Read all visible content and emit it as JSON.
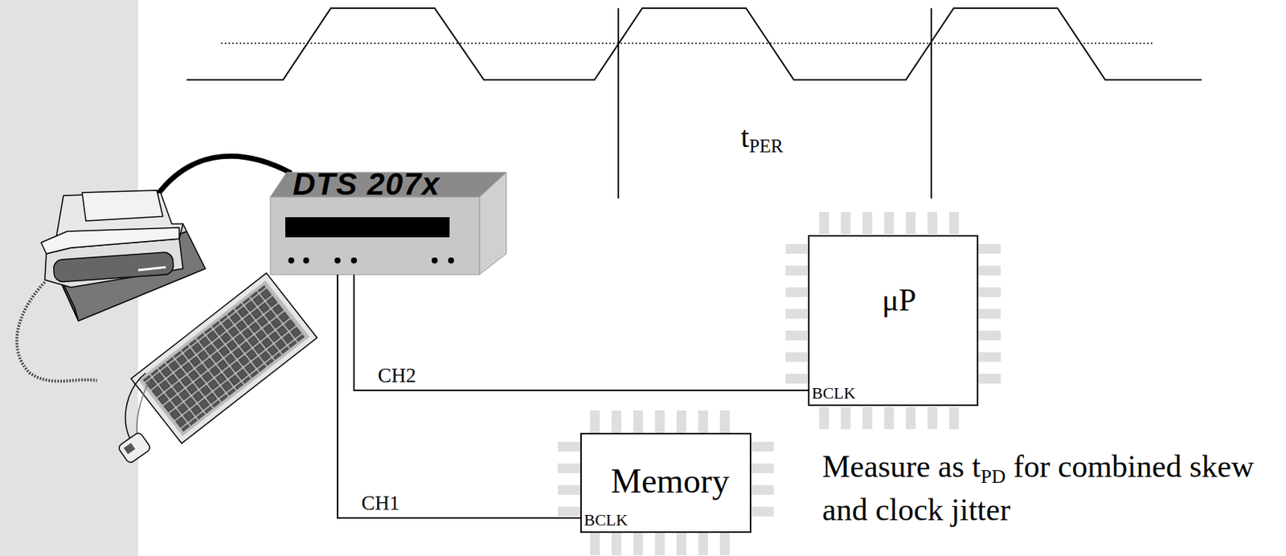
{
  "diagram": {
    "nodes": [
      {
        "text": [
          "DTS 207x"
        ]
      },
      {
        "text": [
          "μP",
          "BCLK"
        ]
      },
      {
        "text": [
          "Memory",
          "BCLK"
        ]
      }
    ],
    "edges": [
      {
        "from": 0,
        "to": 1,
        "arrow": "none",
        "label": "CH2"
      },
      {
        "from": 0,
        "to": 2,
        "arrow": "none",
        "label": "CH1"
      }
    ],
    "labels": [
      "t",
      "PER",
      "Measure as t",
      "PD",
      "for combined skew and clock jitter"
    ]
  }
}
